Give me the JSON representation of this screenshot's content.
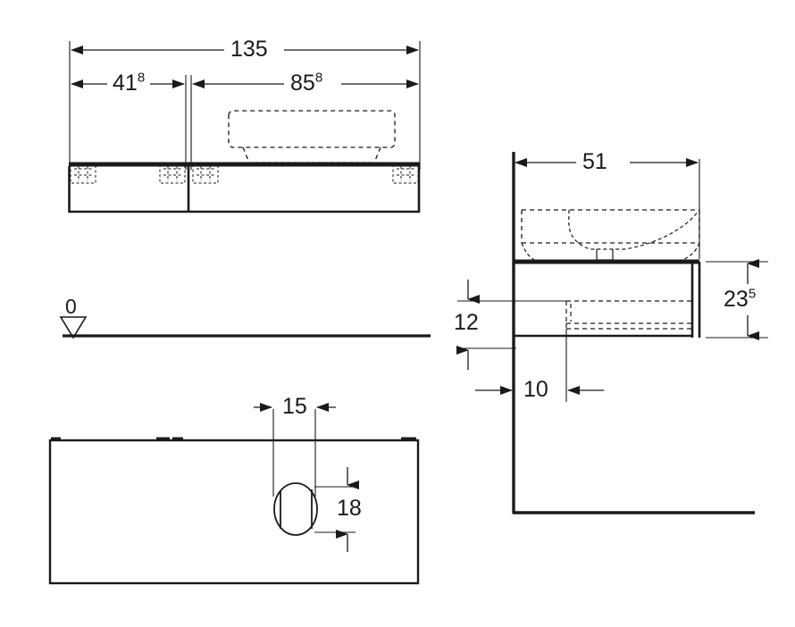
{
  "drawing": {
    "type": "technical-drawing",
    "title": "Washbasin cabinet dimensioned drawing",
    "units": "cm",
    "line_color": "#1a1a1a",
    "background": "#ffffff",
    "views": [
      {
        "name": "front-elevation",
        "position": "top-left"
      },
      {
        "name": "side-section",
        "position": "right"
      },
      {
        "name": "plan-bottom-view",
        "position": "bottom-left"
      }
    ]
  },
  "dimensions": {
    "total_width": {
      "value": "135",
      "sup": "",
      "view": "front-elevation"
    },
    "left_segment": {
      "value": "41",
      "sup": "8",
      "view": "front-elevation"
    },
    "right_segment": {
      "value": "85",
      "sup": "8",
      "view": "front-elevation"
    },
    "depth": {
      "value": "51",
      "sup": "",
      "view": "side-section"
    },
    "body_height": {
      "value": "23",
      "sup": "5",
      "view": "side-section"
    },
    "offset_top": {
      "value": "12",
      "sup": "",
      "view": "side-section"
    },
    "wall_offset": {
      "value": "10",
      "sup": "",
      "view": "side-section"
    },
    "hole_offset": {
      "value": "15",
      "sup": "",
      "view": "plan-bottom-view"
    },
    "hole_height": {
      "value": "18",
      "sup": "",
      "view": "plan-bottom-view"
    }
  },
  "datum": {
    "label": "0",
    "symbol": "elevation-triangle",
    "description": "floor reference level"
  },
  "annotations": {
    "basin_outline_top": "dashed-basin-plan",
    "basin_outline_side": "dashed-basin-section",
    "bracket_symbols": 4,
    "drawer_outline": "dashed-interior-drawer",
    "hole_detail": "cylinder-hole"
  }
}
